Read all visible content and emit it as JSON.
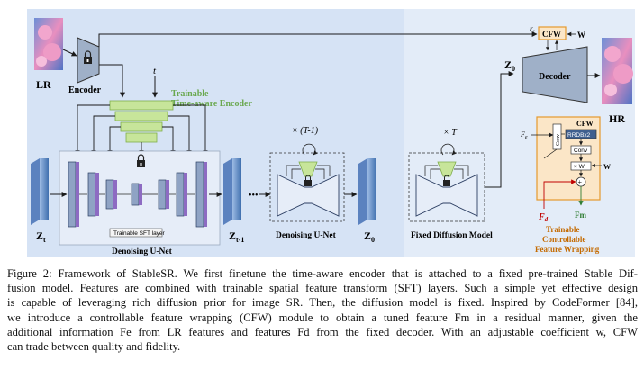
{
  "diagram": {
    "labels": {
      "lr": "LR",
      "hr": "HR",
      "encoder": "Encoder",
      "decoder": "Decoder",
      "t": "t",
      "trainable_encoder_line1": "Trainable",
      "trainable_encoder_line2": "Time-aware Encoder",
      "trainable_sft": "Trainable SFT layer",
      "denoising_unet_main": "Denoising U-Net",
      "denoising_unet_mid": "Denoising U-Net",
      "fixed_diffusion": "Fixed Diffusion Model",
      "z_t": "Z",
      "z_t_sub": "t",
      "z_t1": "Z",
      "z_t1_sub": "t-1",
      "z0_mid": "Z",
      "z0_mid_sub": "0",
      "z0_top": "Z",
      "z0_top_sub": "0",
      "repeat_t1": "× (T-1)",
      "repeat_t": "× T",
      "ellipsis": "•••",
      "cfw_top": "CFW",
      "w_top": "W",
      "fe_top": "F",
      "fe_top_sub": "e",
      "cfw_detail": "CFW",
      "fe": "F",
      "fe_sub": "e",
      "fd": "F",
      "fd_sub": "d",
      "fm": "Fm",
      "w_detail": "W",
      "conv_side": "Conv",
      "rrdb": "RRDBx2",
      "conv": "Conv",
      "times_w": "× W",
      "plus": "+",
      "cfw_caption_line1": "Trainable",
      "cfw_caption_line2": "Controllable",
      "cfw_caption_line3": "Feature Wrapping"
    },
    "colors": {
      "background_light_blue": "#d6e3f5",
      "encoder_green": "#c7e59a",
      "cfw_box_orange": "#f0b262",
      "cfw_fill": "#fbe6c7",
      "unet_gray": "#a7b8d3",
      "latent_blue": "#3f6fae",
      "arrow": "#1a1a1a",
      "fd_red": "#c00000",
      "fm_green": "#2e7d32"
    }
  },
  "caption": {
    "lines": [
      "Figure 2: Framework of StableSR. We first finetune the time-aware encoder that is attached to a fixed pre-trained Stable Dif-",
      "fusion model. Features are combined with trainable spatial feature transform (SFT) layers. Such a simple yet effective design",
      "is capable of leveraging rich diffusion prior for image SR. Then, the diffusion model is fixed. Inspired by CodeFormer [84],",
      "we introduce a controllable feature wrapping (CFW) module to obtain a tuned feature Fm in a residual manner, given the",
      "additional information Fe from LR features and features Fd from the fixed decoder. With an adjustable coefficient w, CFW",
      "can trade between quality and fidelity."
    ]
  }
}
